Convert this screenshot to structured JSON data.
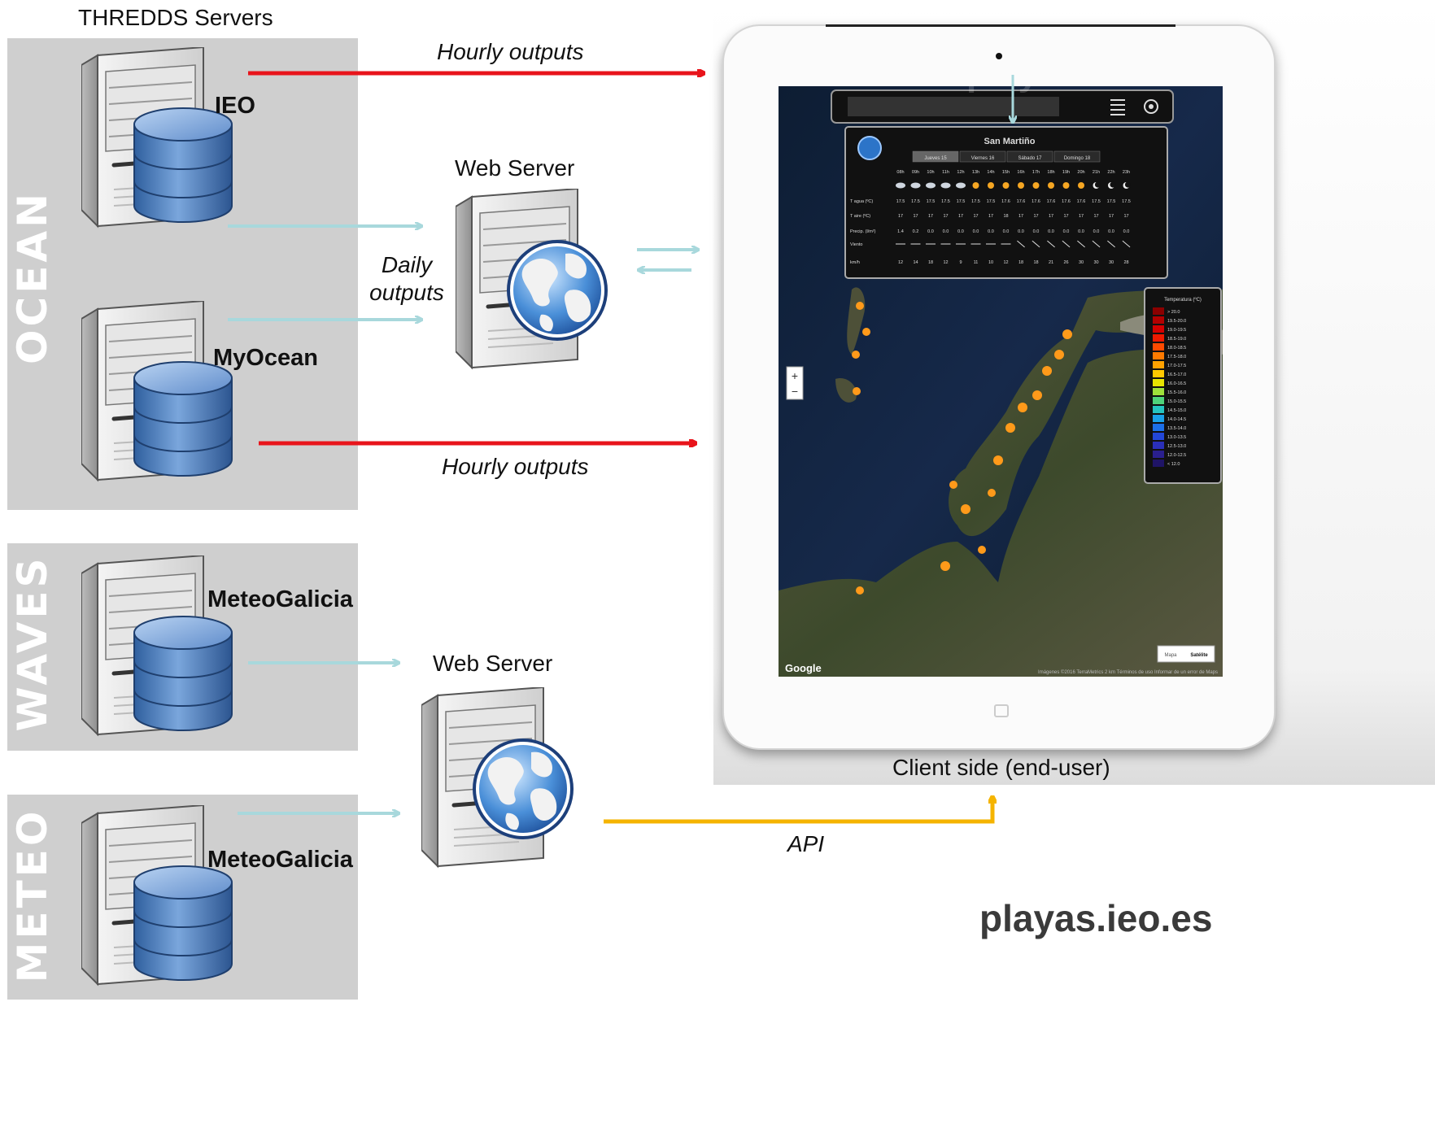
{
  "header": {
    "title": "THREDDS Servers"
  },
  "groups": {
    "ocean": "OCEAN",
    "waves": "WAVES",
    "meteo": "METEO"
  },
  "servers": {
    "ieo": "IEO",
    "myocean": "MyOcean",
    "meteogalicia_waves": "MeteoGalicia",
    "meteogalicia_meteo": "MeteoGalicia"
  },
  "web_servers": {
    "top": "Web Server",
    "bottom": "Web Server"
  },
  "flows": {
    "hourly_top": "Hourly outputs",
    "hourly_bottom": "Hourly outputs",
    "daily_line1": "Daily",
    "daily_line2": "outputs",
    "api": "API"
  },
  "client": {
    "caption": "Client side (end-user)",
    "watermark": "playas.ieo.es",
    "google": "Google",
    "zoom_in": "+",
    "zoom_out": "−",
    "map_btn": "Mapa",
    "sat_btn": "Satélite",
    "attribution": "Imágenes ©2016 TerraMetrics  2 km  Términos de uso  Informar de un error de Maps"
  },
  "forecast": {
    "place": "San Martiño",
    "days": [
      "Jueves 15",
      "Viernes 16",
      "Sábado 17",
      "Domingo 18"
    ],
    "hours": [
      "08h",
      "09h",
      "10h",
      "11h",
      "12h",
      "13h",
      "14h",
      "15h",
      "16h",
      "17h",
      "18h",
      "19h",
      "20h",
      "21h",
      "22h",
      "23h"
    ],
    "rows": [
      {
        "label": "T agua (ºC)",
        "values": [
          "17.5",
          "17.5",
          "17.5",
          "17.5",
          "17.5",
          "17.5",
          "17.5",
          "17.6",
          "17.6",
          "17.6",
          "17.6",
          "17.6",
          "17.6",
          "17.5",
          "17.5",
          "17.5"
        ]
      },
      {
        "label": "T aire (ºC)",
        "values": [
          "17",
          "17",
          "17",
          "17",
          "17",
          "17",
          "17",
          "18",
          "17",
          "17",
          "17",
          "17",
          "17",
          "17",
          "17",
          "17"
        ]
      },
      {
        "label": "Precip. (l/m²)",
        "values": [
          "1.4",
          "0.2",
          "0.0",
          "0.0",
          "0.0",
          "0.0",
          "0.0",
          "0.0",
          "0.0",
          "0.0",
          "0.0",
          "0.0",
          "0.0",
          "0.0",
          "0.0",
          "0.0"
        ]
      },
      {
        "label": "Viento",
        "values": []
      },
      {
        "label": "km/h",
        "values": [
          "12",
          "14",
          "18",
          "12",
          "9",
          "11",
          "10",
          "12",
          "18",
          "18",
          "21",
          "26",
          "30",
          "30",
          "30",
          "28"
        ]
      }
    ]
  },
  "legend": {
    "title": "Temperatura (ºC)",
    "items": [
      {
        "label": "> 20.0",
        "color": "#8b0000"
      },
      {
        "label": "19.5-20.0",
        "color": "#b30000"
      },
      {
        "label": "19.0-19.5",
        "color": "#d40000"
      },
      {
        "label": "18.5-19.0",
        "color": "#ef1a00"
      },
      {
        "label": "18.0-18.5",
        "color": "#ff4a00"
      },
      {
        "label": "17.5-18.0",
        "color": "#ff7a00"
      },
      {
        "label": "17.0-17.5",
        "color": "#ffa200"
      },
      {
        "label": "16.5-17.0",
        "color": "#ffc800"
      },
      {
        "label": "16.0-16.5",
        "color": "#e8e400"
      },
      {
        "label": "15.5-16.0",
        "color": "#9ee03a"
      },
      {
        "label": "15.0-15.5",
        "color": "#4fd27a"
      },
      {
        "label": "14.5-15.0",
        "color": "#25c4c0"
      },
      {
        "label": "14.0-14.5",
        "color": "#1aa0e8"
      },
      {
        "label": "13.5-14.0",
        "color": "#1c6fe8"
      },
      {
        "label": "13.0-13.5",
        "color": "#2347d8"
      },
      {
        "label": "12.5-13.0",
        "color": "#2a2fb8"
      },
      {
        "label": "12.0-12.5",
        "color": "#2a1f8e"
      },
      {
        "label": "< 12.0",
        "color": "#1f1466"
      }
    ]
  },
  "footer": {
    "url": "playas.ieo.es"
  },
  "colors": {
    "hourly_arrow": "#e8141b",
    "daily_arrow": "#a8d8dc",
    "api_arrow": "#f5b400",
    "group_bg": "#cfcfcf"
  }
}
